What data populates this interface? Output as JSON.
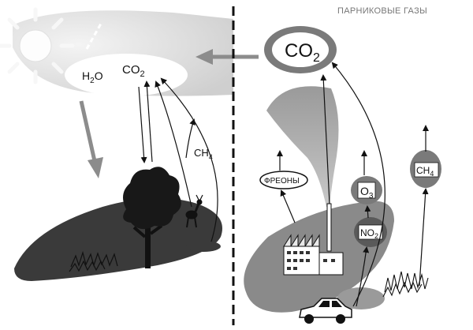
{
  "title": "ПАРНИКОВЫЕ ГАЗЫ",
  "labels": {
    "h2o_main": "H",
    "h2o_sub": "2",
    "h2o_tail": "O",
    "co2_cloud_main": "CO",
    "co2_cloud_sub": "2",
    "ch4_left_main": "CH",
    "ch4_left_sub": "4",
    "co2_big_main": "CO",
    "co2_big_sub": "2",
    "freons": "ФРЕОНЫ",
    "o3_main": "O",
    "o3_sub": "3",
    "no2_main": "NO",
    "no2_sub": "2",
    "ch4_right_main": "CH",
    "ch4_right_sub": "4"
  },
  "icons": [
    "sun-icon",
    "tree-icon",
    "deer-icon",
    "factory-icon",
    "car-icon",
    "vegetation-icon",
    "smoke-plume-icon"
  ],
  "colors": {
    "sky_band": "#e3e3e3",
    "left_ground": "#3a3a3a",
    "right_ground": "#8a8a8a",
    "gray_arrow": "#8c8c8c",
    "big_co2_fill": "#7a7a7a",
    "o3_fill": "#7a7a7a",
    "ink": "#111111"
  }
}
